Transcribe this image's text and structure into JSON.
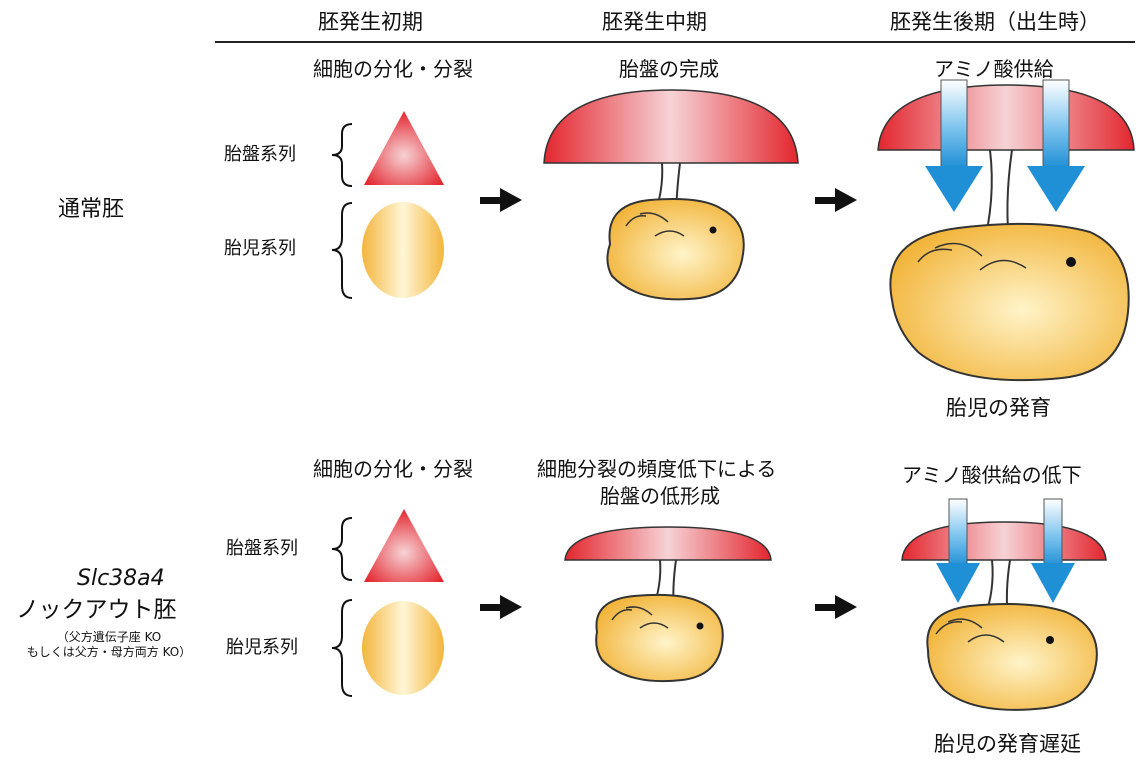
{
  "stages": {
    "early": "胚発生初期",
    "mid": "胚発生中期",
    "late": "胚発生後期（出生時）"
  },
  "normal": {
    "row_label": "通常胚",
    "early_caption": "細胞の分化・分裂",
    "mid_caption": "胎盤の完成",
    "late_caption": "アミノ酸供給",
    "placenta_lineage": "胎盤系列",
    "fetal_lineage": "胎児系列",
    "outcome": "胎児の発育"
  },
  "knockout": {
    "row_label_gene": "Slc38a4",
    "row_label": "ノックアウト胚",
    "note_line1": "（父方遺伝子座 KO",
    "note_line2": "もしくは父方・母方両方 KO）",
    "early_caption": "細胞の分化・分裂",
    "mid_caption_line1": "細胞分裂の頻度低下による",
    "mid_caption_line2": "胎盤の低形成",
    "late_caption": "アミノ酸供給の低下",
    "placenta_lineage": "胎盤系列",
    "fetal_lineage": "胎児系列",
    "outcome": "胎児の発育遅延"
  },
  "colors": {
    "placenta_red": "#e3262e",
    "placenta_highlight": "#f6d3d6",
    "embryo_yellow": "#f3b53d",
    "embryo_highlight": "#fff6d5",
    "arrow_blue": "#1f8fd6"
  }
}
